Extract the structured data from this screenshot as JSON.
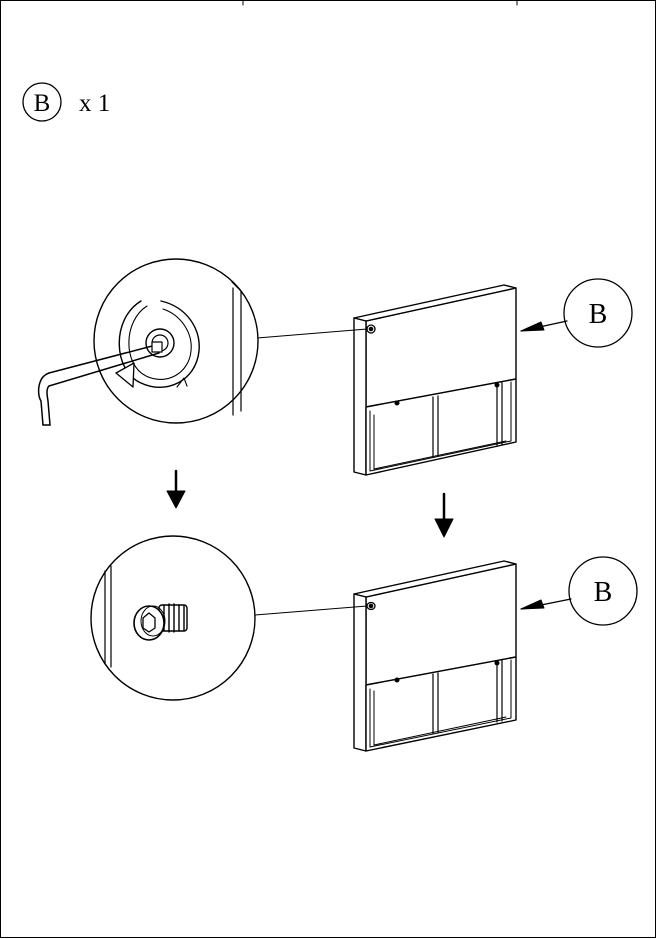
{
  "parts_header": {
    "part_letter": "B",
    "quantity_text": "x 1"
  },
  "step_top": {
    "part_callout": "B"
  },
  "step_bottom": {
    "part_callout": "B"
  }
}
